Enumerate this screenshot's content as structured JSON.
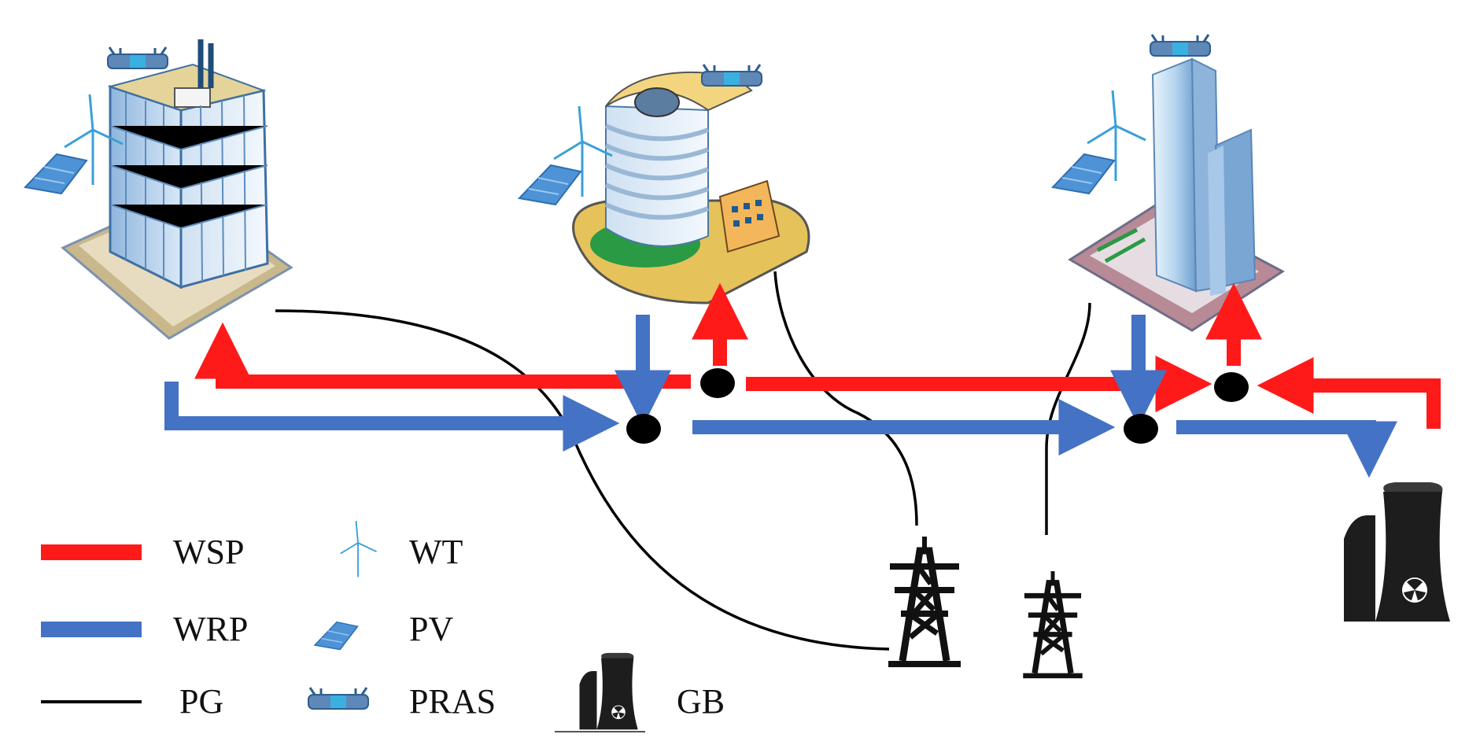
{
  "legend": {
    "wsp": "WSP",
    "wrp": "WRP",
    "pg": "PG",
    "wt": "WT",
    "pv": "PV",
    "pras": "PRAS",
    "gb": "GB"
  },
  "colors": {
    "wsp_pipe": "#ff1a1a",
    "wrp_pipe": "#4472c4",
    "pg_line": "#000000",
    "junction": "#000000"
  },
  "icons": [
    "office-building-icon",
    "round-tower-building-icon",
    "skyscraper-icon",
    "wind-turbine-icon",
    "solar-panel-icon",
    "pras-unit-icon",
    "transmission-tower-icon",
    "cooling-tower-plant-icon"
  ]
}
